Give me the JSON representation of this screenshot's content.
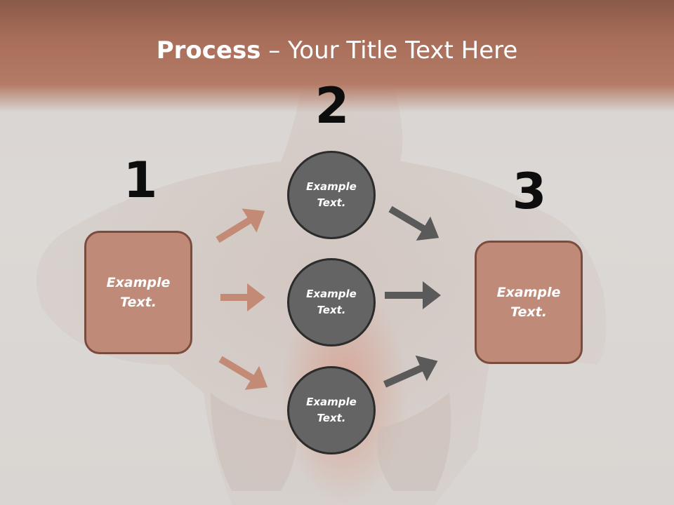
{
  "title": {
    "bold": "Process",
    "rest": " – Your Title Text Here"
  },
  "steps": [
    {
      "number": "1",
      "label": "Example\nText."
    },
    {
      "number": "2",
      "circles": [
        "Example\nText.",
        "Example\nText.",
        "Example\nText."
      ]
    },
    {
      "number": "3",
      "label": "Example\nText."
    }
  ],
  "colors": {
    "accent": "#c08a78",
    "accent_border": "#7a4c3e",
    "circle": "#646464",
    "dark_arrow": "#5a5a5a",
    "light_arrow": "#c38a76"
  }
}
